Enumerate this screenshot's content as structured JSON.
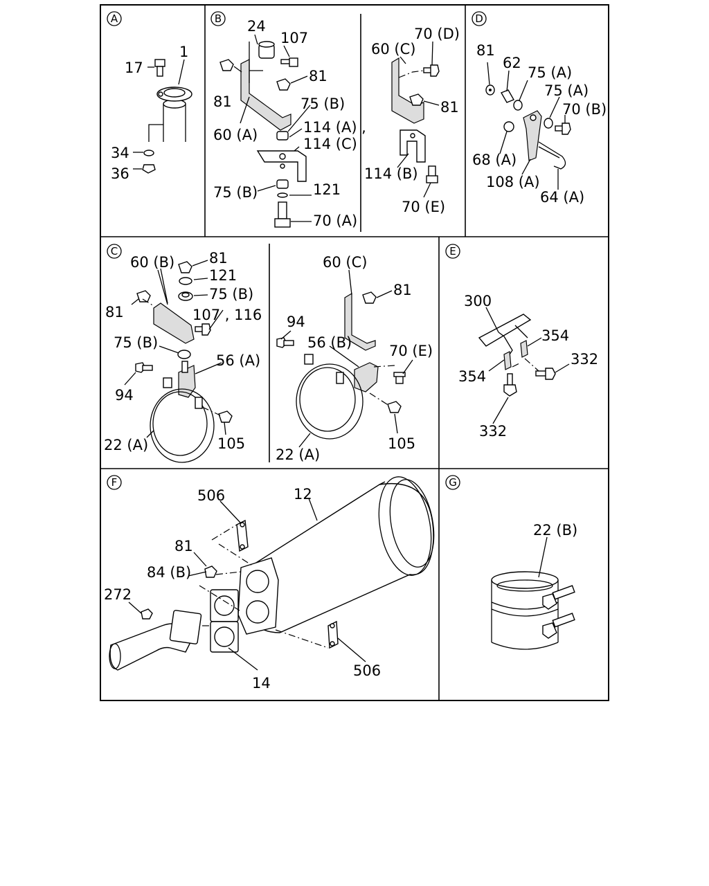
{
  "sections": {
    "A": {
      "letter": "A",
      "labels": {
        "l17": "17",
        "l1": "1",
        "l34": "34",
        "l36": "36"
      }
    },
    "B": {
      "letter": "B",
      "labels": {
        "l24": "24",
        "l107": "107",
        "l81a": "81",
        "l81b": "81",
        "l60a": "60 (A)",
        "l75b1": "75 (B)",
        "l114a": "114 (A) ,",
        "l114c": "114 (C)",
        "l75b2": "75 (B)",
        "l121": "121",
        "l70a": "70 (A)",
        "l60c": "60 (C)",
        "l70d": "70 (D)",
        "l81c": "81",
        "l114b": "114 (B)",
        "l70e": "70 (E)"
      }
    },
    "C": {
      "letter": "C",
      "labels": {
        "l60b": "60 (B)",
        "l81a": "81",
        "l121": "121",
        "l75b1": "75 (B)",
        "l81b": "81",
        "l107": "107 , 116",
        "l75b2": "75 (B)",
        "l56a": "56 (A)",
        "l94": "94",
        "l22a": "22 (A)",
        "l105": "105",
        "l60c": "60 (C)",
        "l81c": "81",
        "l94b": "94",
        "l56b": "56 (B)",
        "l70e": "70 (E)",
        "l22a2": "22 (A)",
        "l105b": "105"
      }
    },
    "D": {
      "letter": "D",
      "labels": {
        "l81": "81",
        "l62": "62",
        "l75a1": "75 (A)",
        "l75a2": "75 (A)",
        "l70b": "70 (B)",
        "l68a": "68 (A)",
        "l108a": "108 (A)",
        "l64a": "64 (A)"
      }
    },
    "E": {
      "letter": "E",
      "labels": {
        "l300": "300",
        "l354a": "354",
        "l354b": "354",
        "l332a": "332",
        "l332b": "332"
      }
    },
    "F": {
      "letter": "F",
      "labels": {
        "l506a": "506",
        "l12": "12",
        "l81": "81",
        "l84b": "84 (B)",
        "l272": "272",
        "l14": "14",
        "l506b": "506"
      }
    },
    "G": {
      "letter": "G",
      "labels": {
        "l22b": "22 (B)"
      }
    }
  }
}
